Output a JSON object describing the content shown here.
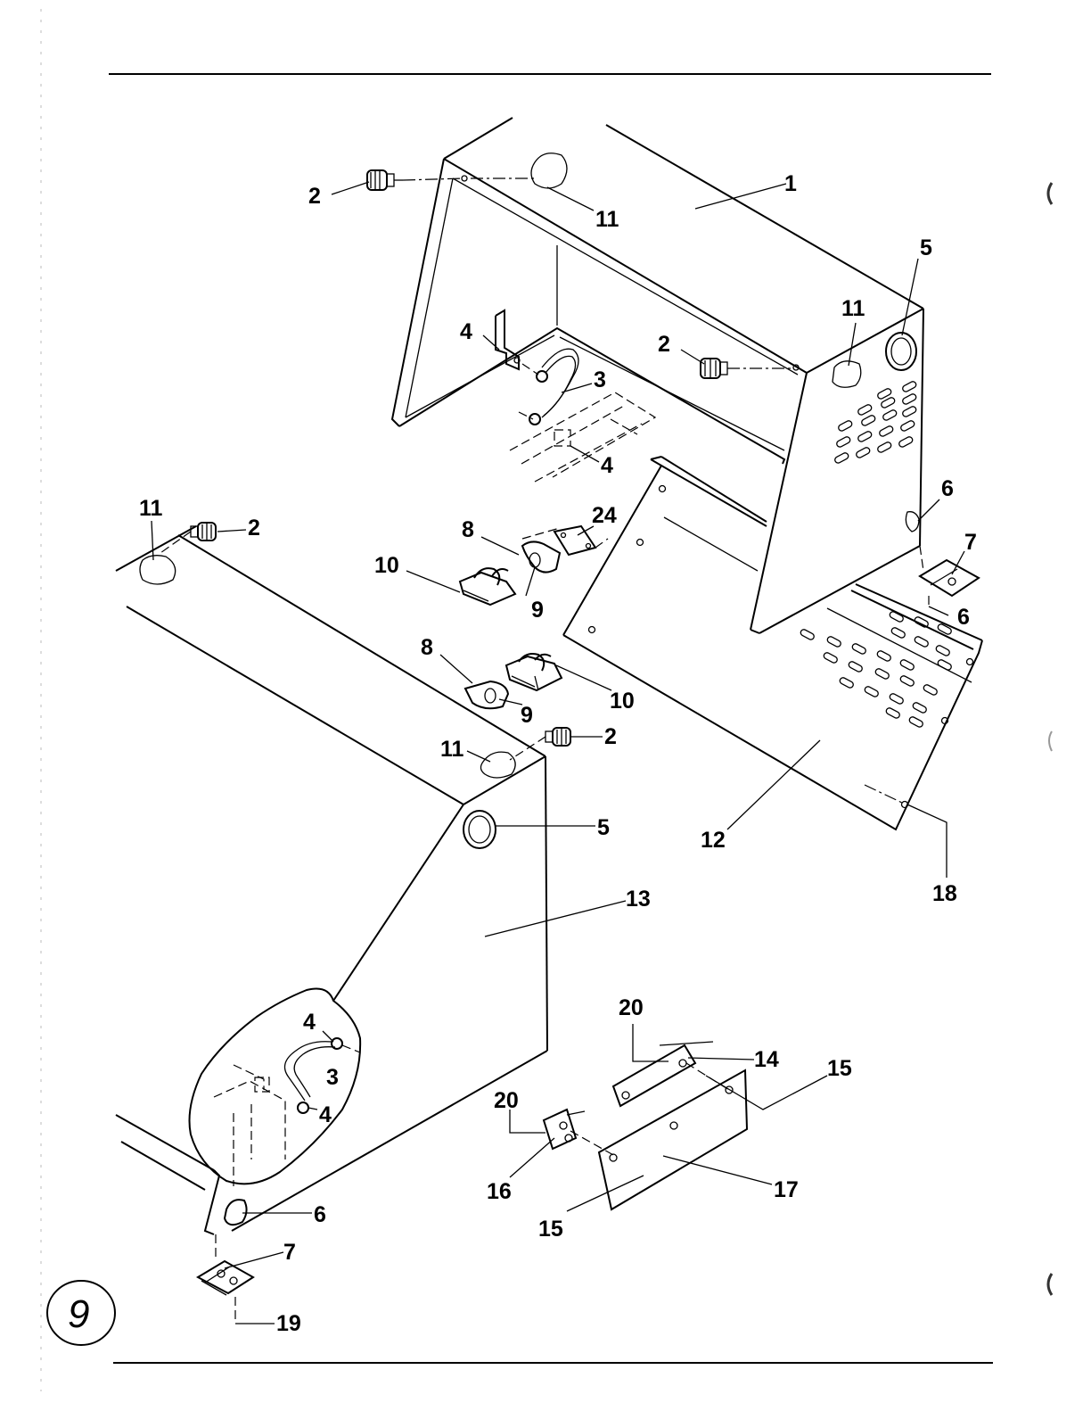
{
  "page": {
    "page_number": "9"
  },
  "callouts": [
    {
      "id": "c1",
      "text": "1"
    },
    {
      "id": "c2a",
      "text": "2"
    },
    {
      "id": "c11a",
      "text": "11"
    },
    {
      "id": "c5a",
      "text": "5"
    },
    {
      "id": "c11b",
      "text": "11"
    },
    {
      "id": "c2b",
      "text": "2"
    },
    {
      "id": "c4a",
      "text": "4"
    },
    {
      "id": "c3a",
      "text": "3"
    },
    {
      "id": "c4b",
      "text": "4"
    },
    {
      "id": "c6a",
      "text": "6"
    },
    {
      "id": "c7a",
      "text": "7"
    },
    {
      "id": "c6b",
      "text": "6"
    },
    {
      "id": "c11c",
      "text": "11"
    },
    {
      "id": "c2c",
      "text": "2"
    },
    {
      "id": "c8a",
      "text": "8"
    },
    {
      "id": "c24",
      "text": "24"
    },
    {
      "id": "c10a",
      "text": "10"
    },
    {
      "id": "c9a",
      "text": "9"
    },
    {
      "id": "c8b",
      "text": "8"
    },
    {
      "id": "c10b",
      "text": "10"
    },
    {
      "id": "c9b",
      "text": "9"
    },
    {
      "id": "c11d",
      "text": "11"
    },
    {
      "id": "c2d",
      "text": "2"
    },
    {
      "id": "c5b",
      "text": "5"
    },
    {
      "id": "c12",
      "text": "12"
    },
    {
      "id": "c18",
      "text": "18"
    },
    {
      "id": "c13",
      "text": "13"
    },
    {
      "id": "c4c",
      "text": "4"
    },
    {
      "id": "c3b",
      "text": "3"
    },
    {
      "id": "c4d",
      "text": "4"
    },
    {
      "id": "c20a",
      "text": "20"
    },
    {
      "id": "c14",
      "text": "14"
    },
    {
      "id": "c15a",
      "text": "15"
    },
    {
      "id": "c20b",
      "text": "20"
    },
    {
      "id": "c16",
      "text": "16"
    },
    {
      "id": "c17",
      "text": "17"
    },
    {
      "id": "c15b",
      "text": "15"
    },
    {
      "id": "c6c",
      "text": "6"
    },
    {
      "id": "c7b",
      "text": "7"
    },
    {
      "id": "c19",
      "text": "19"
    }
  ]
}
